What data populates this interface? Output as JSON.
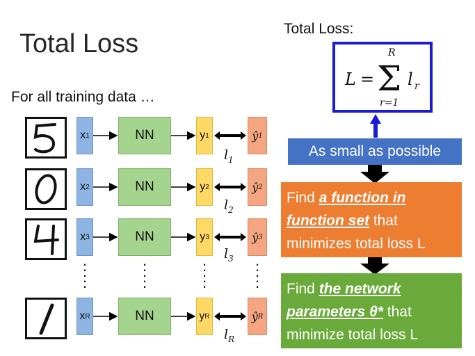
{
  "title": "Total Loss",
  "subtitle": "For all training data …",
  "total_loss_label": "Total Loss:",
  "formula": {
    "lhs": "L",
    "eq": "=",
    "upper": "R",
    "lower": "r=1",
    "term": "l",
    "term_sub": "r"
  },
  "rows": [
    {
      "digit": "5",
      "x_sup": "1",
      "nn": "NN",
      "y_sup": "1",
      "yhat_sup": "1",
      "loss_sub": "1"
    },
    {
      "digit": "0",
      "x_sup": "2",
      "nn": "NN",
      "y_sup": "2",
      "yhat_sup": "2",
      "loss_sub": "2"
    },
    {
      "digit": "4",
      "x_sup": "3",
      "nn": "NN",
      "y_sup": "3",
      "yhat_sup": "3",
      "loss_sub": "3"
    },
    {
      "digit": "1",
      "x_sup": "R",
      "nn": "NN",
      "y_sup": "R",
      "yhat_sup": "R",
      "loss_sub": "R"
    }
  ],
  "var_x": "x",
  "var_y": "y",
  "var_yhat": "ŷ",
  "var_l": "l",
  "steps": {
    "small": "As small as possible",
    "function": {
      "pre": "Find ",
      "em1": "a function in",
      "em2": "function set",
      "post": " that",
      "line3": "minimizes total loss L"
    },
    "network": {
      "pre": "Find ",
      "em1": "the network",
      "em2": "parameters θ*",
      "post": " that",
      "line3": "minimize total loss L"
    }
  },
  "colors": {
    "x": "#8eb4e3",
    "nn": "#a5d48f",
    "y": "#ffd966",
    "yhat": "#f4a582",
    "blue_step": "#4472c4",
    "orange_step": "#ed7d31",
    "green_step": "#6aaa3a",
    "formula_border": "#1a1ad8"
  }
}
